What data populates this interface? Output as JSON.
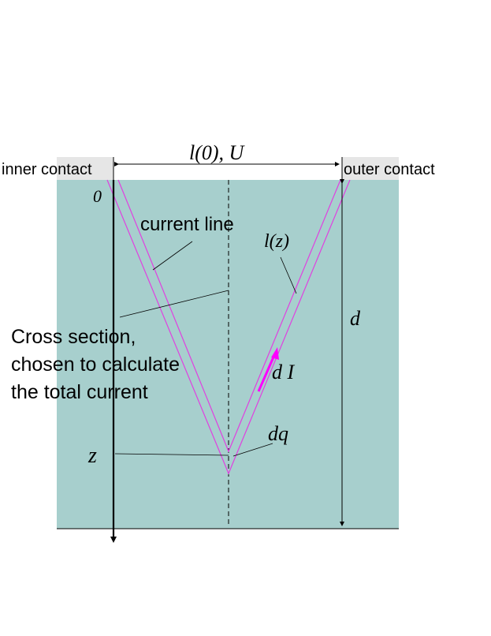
{
  "colors": {
    "substrate": "#a7cfcd",
    "contact": "#e6e6e6",
    "current_line": "#e040e0",
    "arrow": "#ff00ff",
    "ink": "#000000"
  },
  "labels": {
    "inner_contact": "inner contact",
    "outer_contact": "outer contact",
    "l0_U": "l(0), U",
    "zero": "0",
    "current_line": "current line",
    "lz": "l(z)",
    "d": "d",
    "cross_section_1": "Cross section,",
    "cross_section_2": "chosen to calculate",
    "cross_section_3": "the total current",
    "dI": "d I",
    "z": "z",
    "dq": "dq"
  }
}
